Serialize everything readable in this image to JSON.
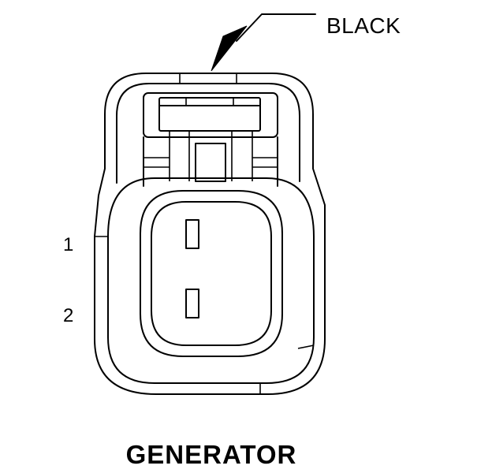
{
  "title": "GENERATOR",
  "connector": {
    "color_label": "BLACK",
    "pins": [
      {
        "number": "1"
      },
      {
        "number": "2"
      }
    ]
  },
  "colors": {
    "ink": "#000000",
    "background": "#ffffff"
  }
}
